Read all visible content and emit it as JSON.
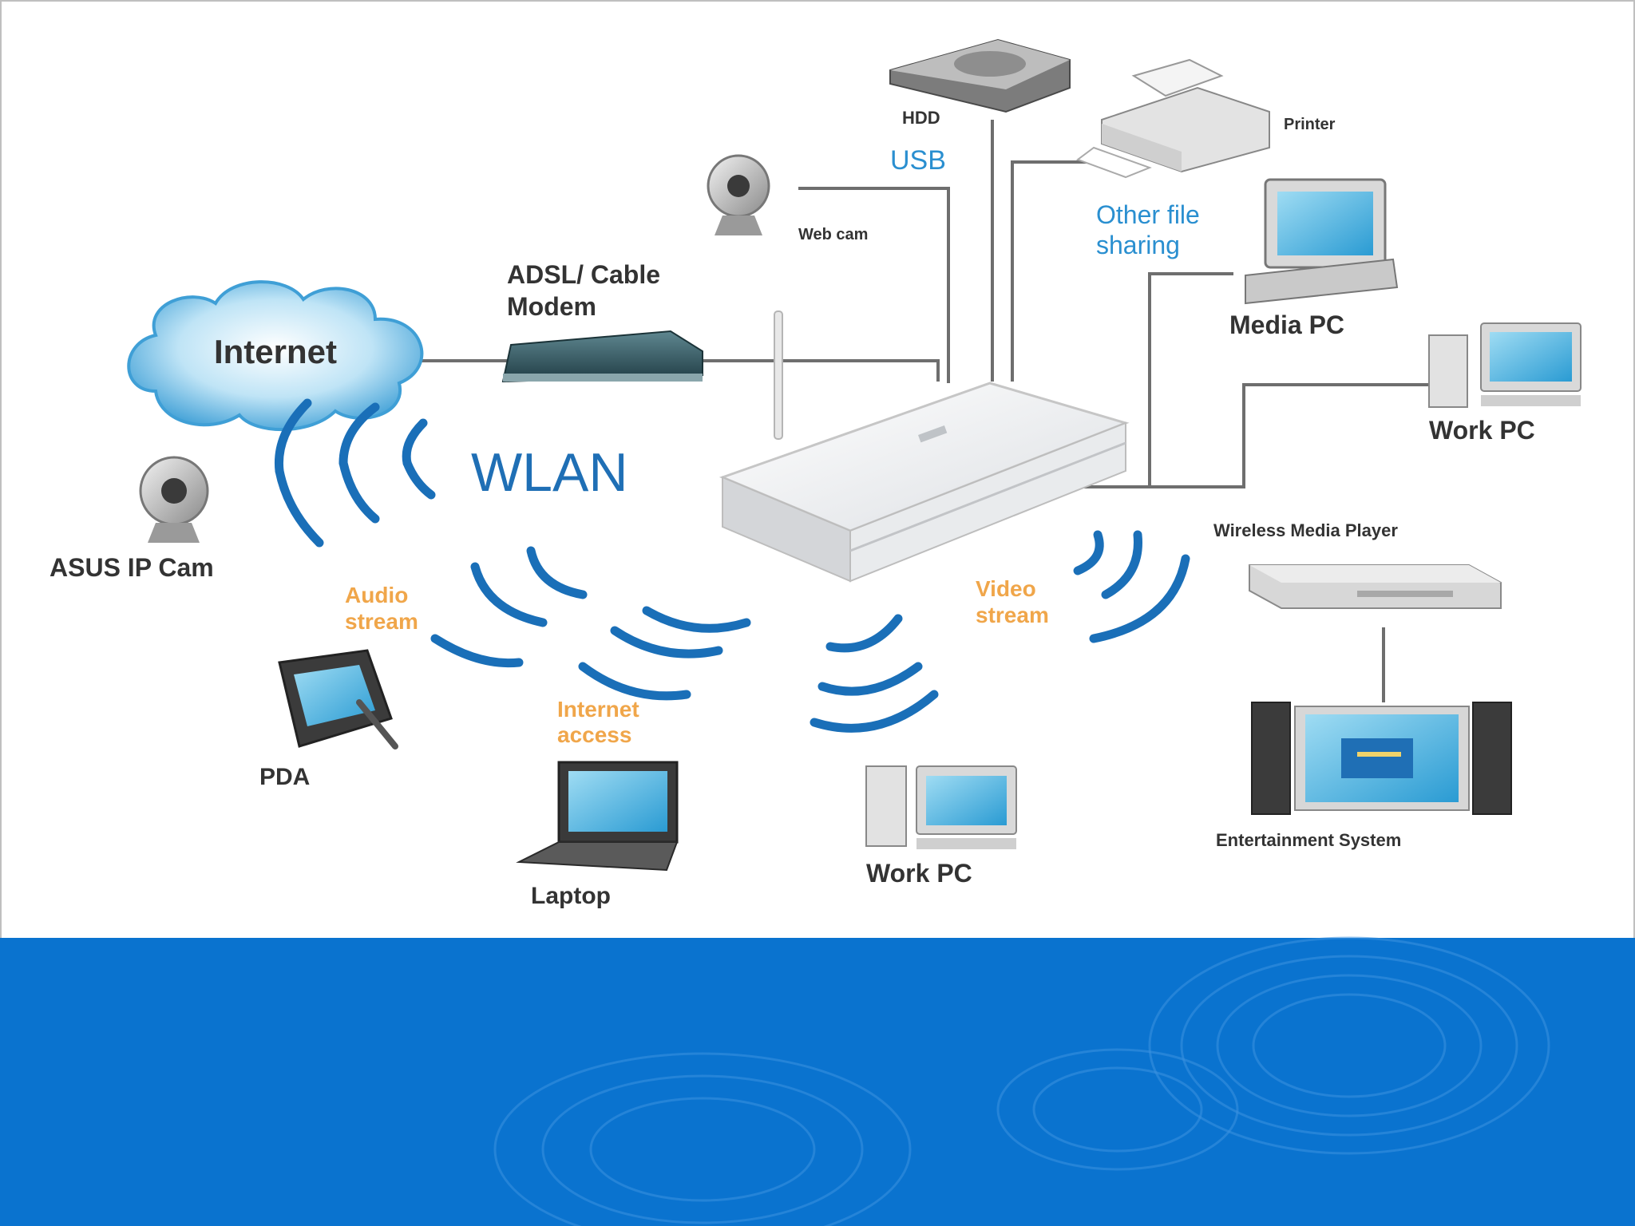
{
  "labels": {
    "hdd": "HDD",
    "usb": "USB",
    "printer": "Printer",
    "webcam": "Web cam",
    "other_file_sharing_1": "Other file",
    "other_file_sharing_2": "sharing",
    "adsl_1": "ADSL/ Cable",
    "adsl_2": "Modem",
    "internet": "Internet",
    "media_pc": "Media PC",
    "work_pc_right": "Work PC",
    "wlan": "WLAN",
    "asus_ip_cam": "ASUS IP Cam",
    "wireless_media_player": "Wireless Media Player",
    "audio_stream_1": "Audio",
    "audio_stream_2": "stream",
    "video_stream_1": "Video",
    "video_stream_2": "stream",
    "pda": "PDA",
    "internet_access_1": "Internet",
    "internet_access_2": "access",
    "laptop": "Laptop",
    "work_pc_bottom": "Work PC",
    "entertainment_system": "Entertainment System"
  },
  "colors": {
    "page": "#ffffff",
    "footer_blue": "#0a73cf",
    "wave_blue": "#1a6fb8",
    "label_blue": "#2a8fd0",
    "label_orange": "#f0a64a",
    "label_dark": "#333333",
    "cloud": "#4aa9dc"
  }
}
